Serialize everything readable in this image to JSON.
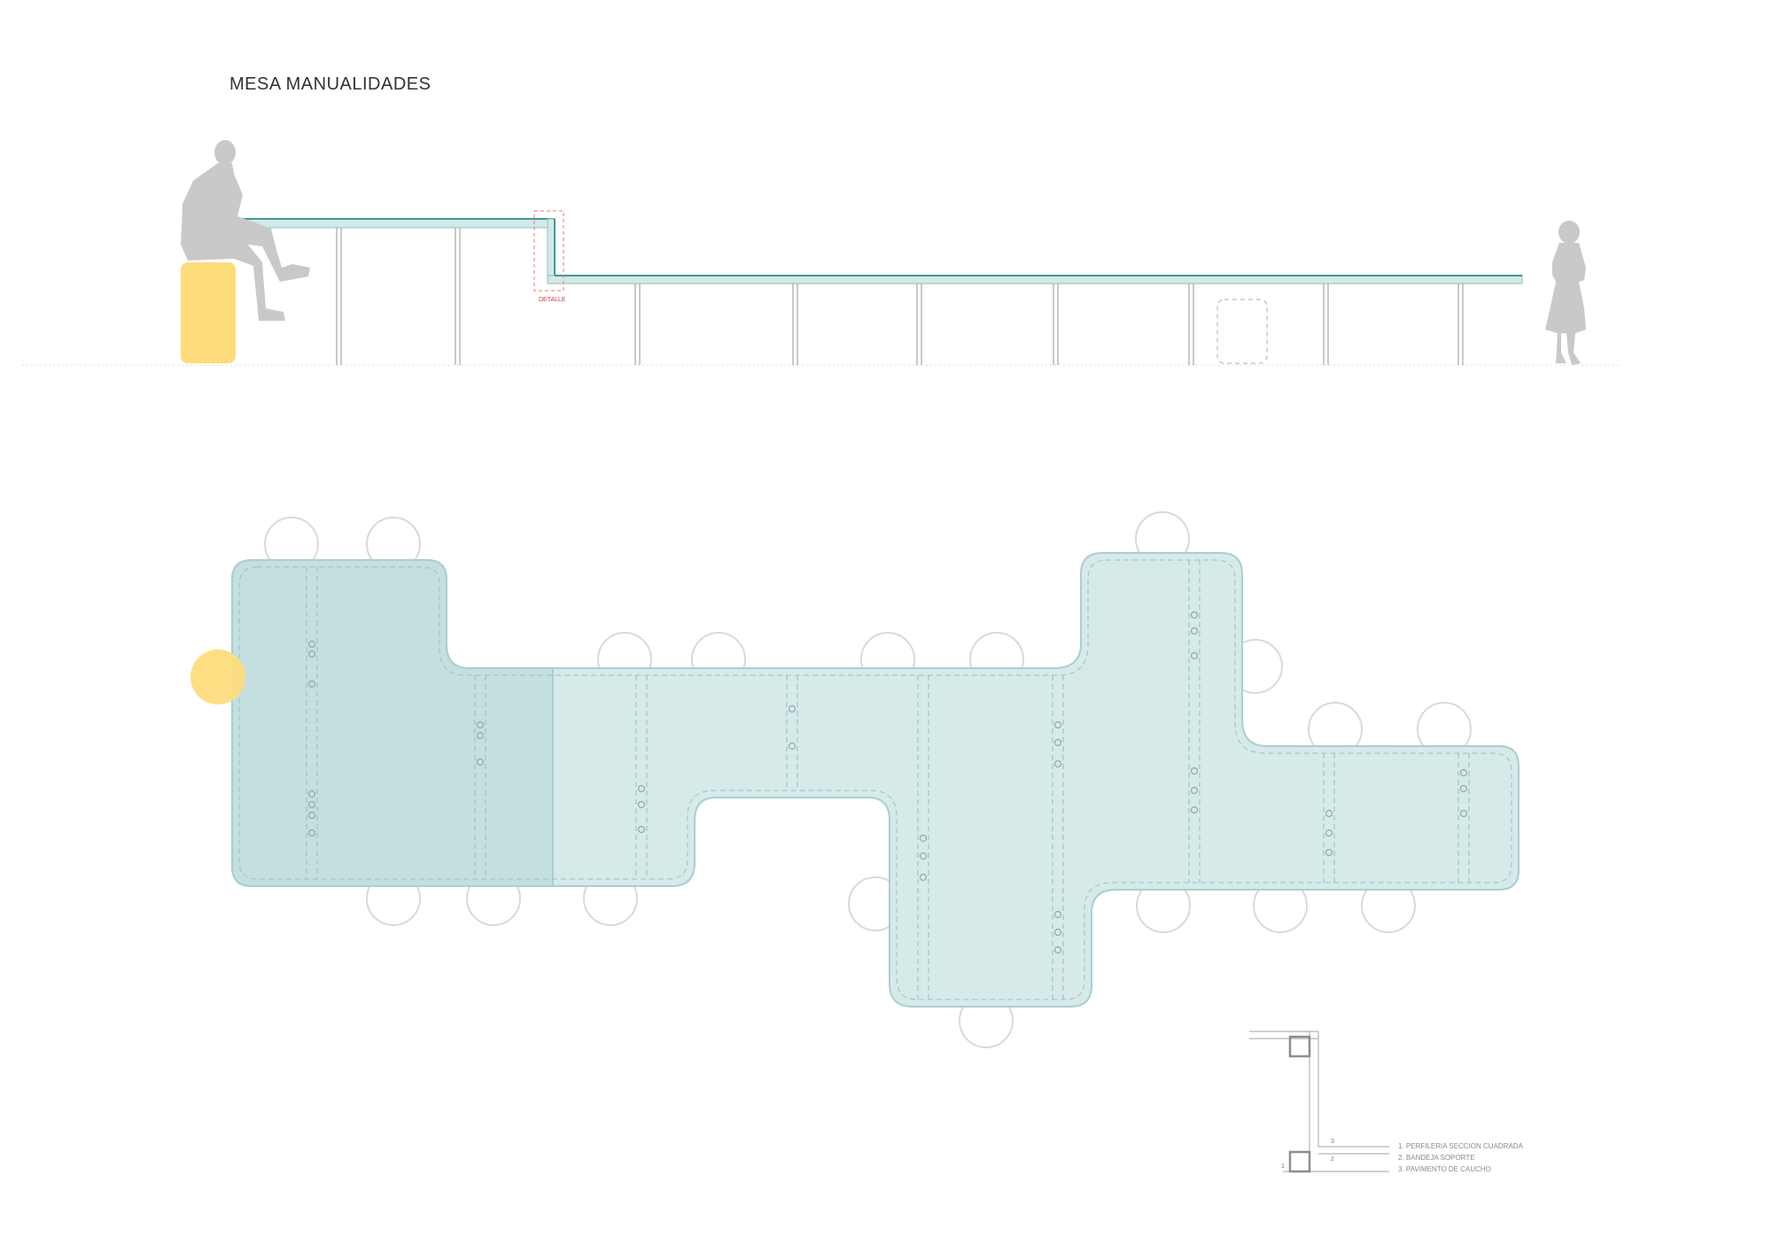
{
  "title": "MESA MANUALIDADES",
  "elevation": {
    "detail_label": "DETALLE"
  },
  "detail": {
    "callouts": [
      "1",
      "2",
      "3"
    ],
    "legend": [
      "1.  PERFILERIA SECCION CUADRADA",
      "2.  BANDEJA SOPORTE",
      "3. PAVIMENTO DE CAUCHO"
    ]
  },
  "colors": {
    "table_fill": "#d3e8e8",
    "table_dark_fill": "#bfdcdc",
    "table_stroke": "#a9cccc",
    "table_edge": "#5fa8a4",
    "stool": "#fddc7c",
    "silhouette": "#c9c9c9",
    "detail_red": "#d23a3a"
  },
  "icons": [
    "seated-adult-silhouette",
    "child-silhouette",
    "stool",
    "chair-circle"
  ]
}
